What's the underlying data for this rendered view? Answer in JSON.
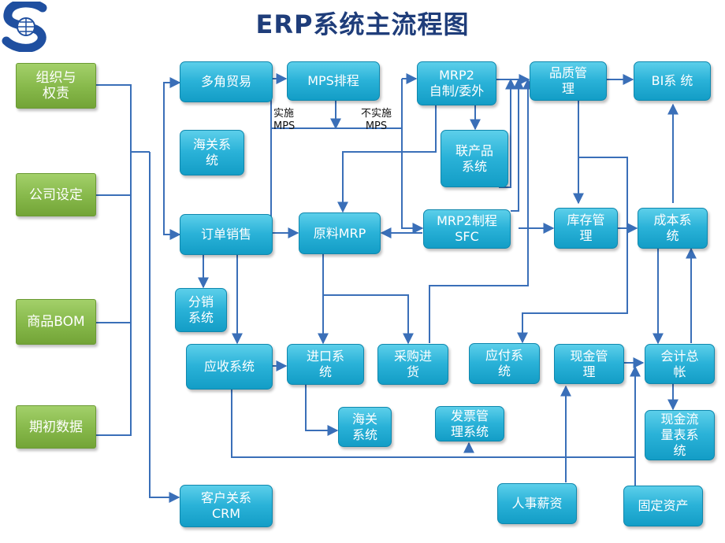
{
  "title": "ERP系统主流程图",
  "colors": {
    "box": "#2ab2d8",
    "box_left": "#86b84a",
    "connector": "#3a6fb8",
    "title": "#1f3d7a"
  },
  "left_boxes": [
    {
      "id": "org",
      "label": "组织与\n权责"
    },
    {
      "id": "company",
      "label": "公司设定"
    },
    {
      "id": "bom",
      "label": "商品BOM"
    },
    {
      "id": "initial",
      "label": "期初数据"
    }
  ],
  "boxes": [
    {
      "id": "multi_trade",
      "label": "多角贸易"
    },
    {
      "id": "customs1",
      "label": "海关系\n统"
    },
    {
      "id": "order",
      "label": "订单销售"
    },
    {
      "id": "dist",
      "label": "分销\n系统"
    },
    {
      "id": "ar",
      "label": "应收系统"
    },
    {
      "id": "crm",
      "label": "客户关系\nCRM"
    },
    {
      "id": "mps",
      "label": "MPS排程"
    },
    {
      "id": "mrp",
      "label": "原料MRP"
    },
    {
      "id": "import",
      "label": "进口系\n统"
    },
    {
      "id": "customs2",
      "label": "海关\n系统"
    },
    {
      "id": "mrp2",
      "label": "MRP2\n自制/委外"
    },
    {
      "id": "joint",
      "label": "联产品\n系统"
    },
    {
      "id": "sfc",
      "label": "MRP2制程\nSFC"
    },
    {
      "id": "purchase",
      "label": "采购进\n货"
    },
    {
      "id": "invoice",
      "label": "发票管\n理系统"
    },
    {
      "id": "quality",
      "label": "品质管\n理"
    },
    {
      "id": "inventory",
      "label": "库存管\n理"
    },
    {
      "id": "ap",
      "label": "应付系\n统"
    },
    {
      "id": "cash",
      "label": "现金管\n理"
    },
    {
      "id": "hr",
      "label": "人事薪资"
    },
    {
      "id": "bi",
      "label": "BI系  统"
    },
    {
      "id": "cost",
      "label": "成本系\n统"
    },
    {
      "id": "ledger",
      "label": "会计总\n帐"
    },
    {
      "id": "cashflow",
      "label": "现金流\n量表系\n统"
    },
    {
      "id": "fixed",
      "label": "固定资产"
    }
  ],
  "labels": [
    {
      "id": "impl",
      "text": "实施\nMPS"
    },
    {
      "id": "noimpl",
      "text": "不实施\nMPS"
    }
  ]
}
